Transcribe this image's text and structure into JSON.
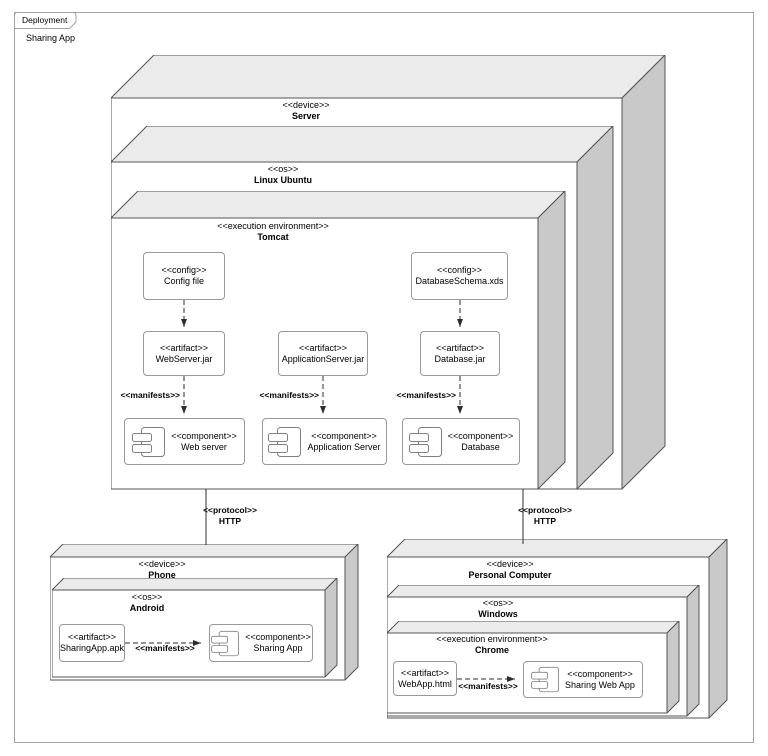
{
  "frame": {
    "tab_label": "Deployment",
    "title": "Sharing App"
  },
  "nodes": {
    "server": {
      "stereotype": "<<device>>",
      "name": "Server"
    },
    "linux": {
      "stereotype": "<<os>>",
      "name": "Linux Ubuntu"
    },
    "tomcat": {
      "stereotype": "<<execution environment>>",
      "name": "Tomcat"
    },
    "phone": {
      "stereotype": "<<device>>",
      "name": "Phone"
    },
    "android": {
      "stereotype": "<<os>>",
      "name": "Android"
    },
    "pc": {
      "stereotype": "<<device>>",
      "name": "Personal Computer"
    },
    "windows": {
      "stereotype": "<<os>>",
      "name": "Windows"
    },
    "chrome": {
      "stereotype": "<<execution environment>>",
      "name": "Chrome"
    }
  },
  "boxes": {
    "config_file": {
      "stereotype": "<<config>>",
      "name": "Config file"
    },
    "db_schema": {
      "stereotype": "<<config>>",
      "name": "DatabaseSchema.xds"
    },
    "webserver_jar": {
      "stereotype": "<<artifact>>",
      "name": "WebServer.jar"
    },
    "appserver_jar": {
      "stereotype": "<<artifact>>",
      "name": "ApplicationServer.jar"
    },
    "database_jar": {
      "stereotype": "<<artifact>>",
      "name": "Database.jar"
    },
    "web_server_comp": {
      "stereotype": "<<component>>",
      "name": "Web server"
    },
    "app_server_comp": {
      "stereotype": "<<component>>",
      "name": "Application Server"
    },
    "database_comp": {
      "stereotype": "<<component>>",
      "name": "Database"
    },
    "sharingapp_apk": {
      "stereotype": "<<artifact>>",
      "name": "SharingApp.apk"
    },
    "sharing_app_comp": {
      "stereotype": "<<component>>",
      "name": "Sharing App"
    },
    "webapp_html": {
      "stereotype": "<<artifact>>",
      "name": "WebApp.html"
    },
    "sharing_web_app_comp": {
      "stereotype": "<<component>>",
      "name": "Sharing Web App"
    }
  },
  "labels": {
    "manifests": "<<manifests>>",
    "protocol": "<<protocol>>",
    "http": "HTTP"
  },
  "colors": {
    "cube_top": "#ebebeb",
    "cube_side": "#c9c9c9",
    "cube_front": "#ffffff",
    "cube_stroke": "#545454",
    "box_stroke": "#999999",
    "frame_stroke": "#a3a3a3",
    "connector": "#2e2e2e"
  }
}
